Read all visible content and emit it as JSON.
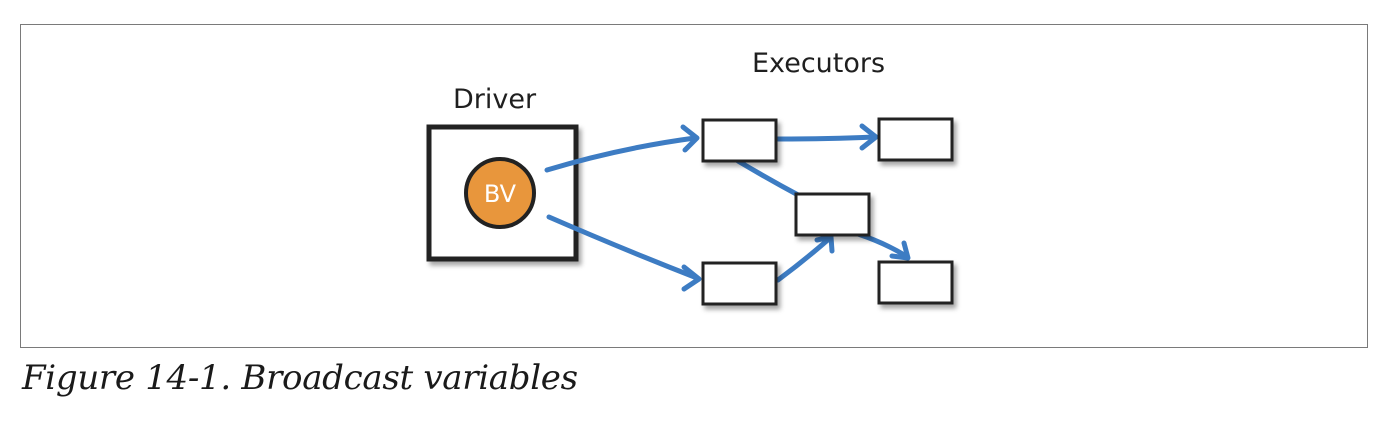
{
  "diagram": {
    "driver_label": "Driver",
    "executors_label": "Executors",
    "broadcast_variable_label": "BV"
  },
  "caption": "Figure 14-1. Broadcast variables",
  "colors": {
    "arrow": "#3d7cc3",
    "broadcast_variable_fill": "#e8963c",
    "box_stroke": "#222222",
    "frame_border": "#7a7a7a"
  }
}
